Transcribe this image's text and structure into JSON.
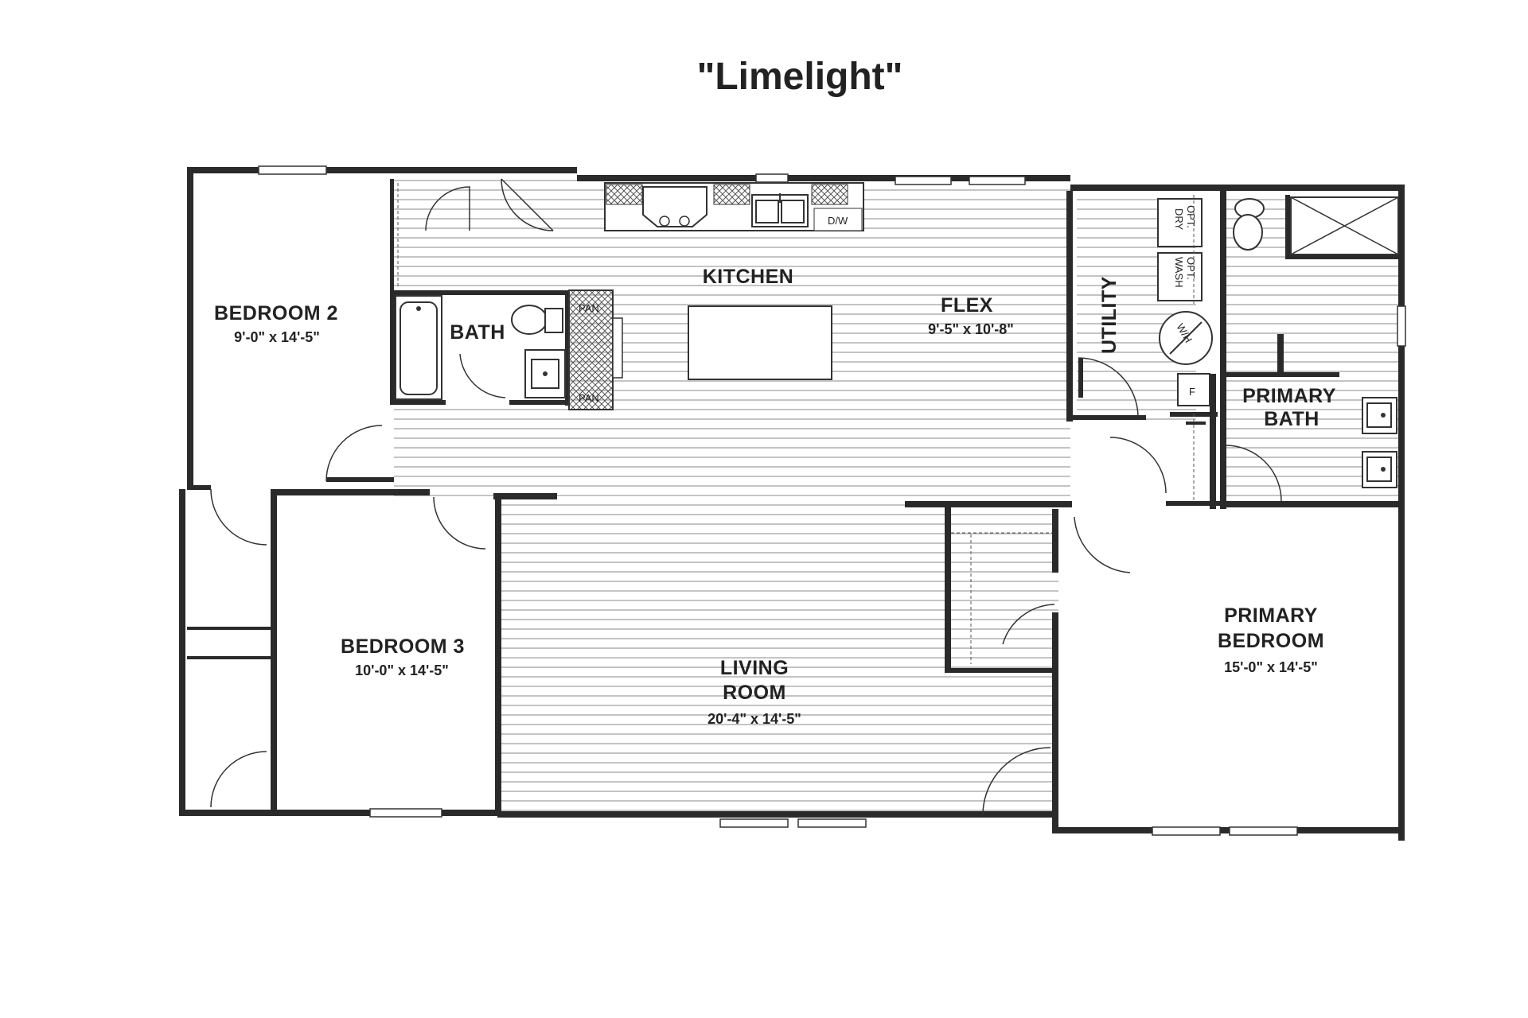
{
  "title": "\"Limelight\"",
  "rooms": {
    "bedroom2": {
      "name": "BEDROOM 2",
      "dims": "9'-0\" x 14'-5\""
    },
    "bath": {
      "name": "BATH"
    },
    "kitchen": {
      "name": "KITCHEN"
    },
    "flex": {
      "name": "FLEX",
      "dims": "9'-5\" x 10'-8\""
    },
    "utility": {
      "name": "UTILITY"
    },
    "primary_bath": {
      "name_line1": "PRIMARY",
      "name_line2": "BATH"
    },
    "bedroom3": {
      "name": "BEDROOM 3",
      "dims": "10'-0\" x 14'-5\""
    },
    "living_room": {
      "name_line1": "LIVING",
      "name_line2": "ROOM",
      "dims": "20'-4\" x 14'-5\""
    },
    "primary_bedroom": {
      "name_line1": "PRIMARY",
      "name_line2": "BEDROOM",
      "dims": "15'-0\" x 14'-5\""
    }
  },
  "fixtures": {
    "dishwasher": "D/W",
    "pantry_top": "PAN",
    "pantry_bottom": "PAN",
    "dryer_line1": "OPT.",
    "dryer_line2": "DRY",
    "washer_line1": "OPT.",
    "washer_line2": "WASH",
    "water_heater": "W/H",
    "furnace": "F"
  }
}
